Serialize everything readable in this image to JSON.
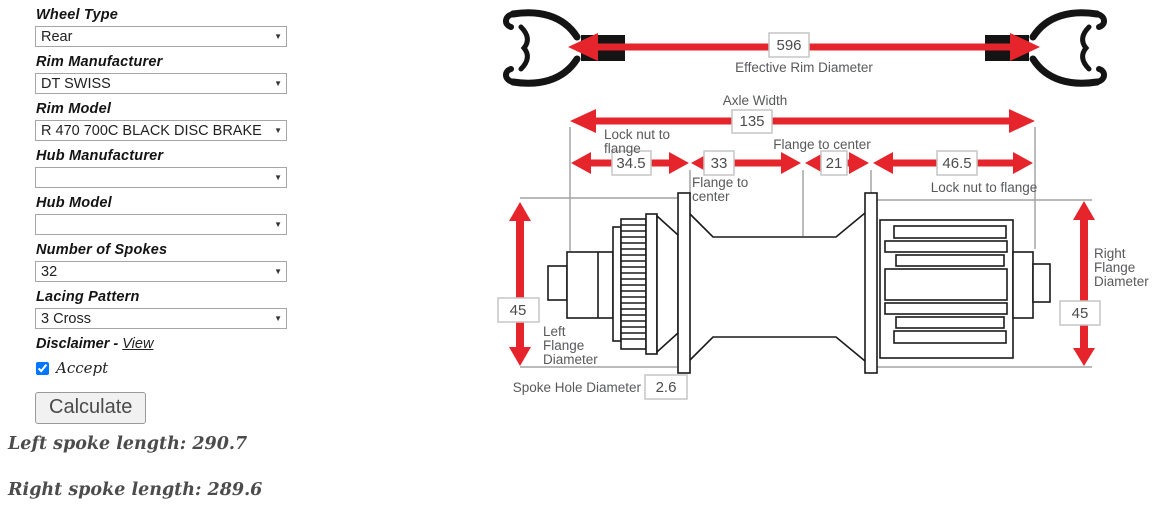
{
  "form": {
    "fields": [
      {
        "label": "Wheel Type",
        "value": "Rear"
      },
      {
        "label": "Rim Manufacturer",
        "value": "DT SWISS"
      },
      {
        "label": "Rim Model",
        "value": "R 470 700C BLACK DISC BRAKE"
      },
      {
        "label": "Hub Manufacturer",
        "value": ""
      },
      {
        "label": "Hub Model",
        "value": ""
      },
      {
        "label": "Number of Spokes",
        "value": "32"
      },
      {
        "label": "Lacing Pattern",
        "value": "3 Cross"
      }
    ],
    "disclaimer_label": "Disclaimer -",
    "disclaimer_link": "View",
    "accept_label": "Accept",
    "calculate_label": "Calculate"
  },
  "results": {
    "left": "Left spoke length: 290.7",
    "right": "Right spoke length: 289.6"
  },
  "diagram": {
    "erd_value": "596",
    "erd_label": "Effective Rim Diameter",
    "axle_label": "Axle Width",
    "axle_value": "135",
    "lock_nut_left_value": "34.5",
    "lock_nut_left_label1": "Lock nut to",
    "lock_nut_left_label2": "flange",
    "flange_center_left_value": "33",
    "flange_center_left_label1": "Flange to",
    "flange_center_left_label2": "center",
    "flange_center_right_label": "Flange to center",
    "flange_center_right_value": "21",
    "lock_nut_right_value": "46.5",
    "lock_nut_right_label": "Lock nut to flange",
    "left_flange_value": "45",
    "left_flange_label1": "Left",
    "left_flange_label2": "Flange",
    "left_flange_label3": "Diameter",
    "right_flange_value": "45",
    "right_flange_label1": "Right",
    "right_flange_label2": "Flange",
    "right_flange_label3": "Diameter",
    "spoke_hole_label": "Spoke Hole Diameter",
    "spoke_hole_value": "2.6"
  },
  "colors": {
    "accent_red": "#e5242b",
    "reference_gray": "#a4a4a4",
    "diagram_text": "#58595b"
  }
}
